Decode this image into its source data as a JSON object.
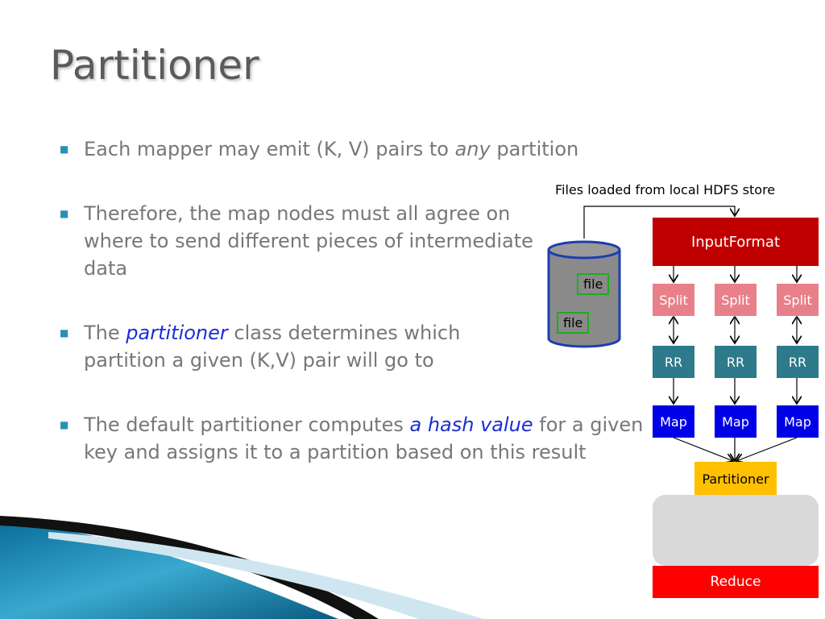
{
  "slide": {
    "title": "Partitioner",
    "bullets": [
      {
        "parts": [
          "Each mapper may emit (K, V) pairs to ",
          "any",
          " partition"
        ]
      },
      {
        "parts": [
          "Therefore, the map nodes must all agree on where to send different pieces of intermediate data"
        ]
      },
      {
        "parts": [
          "The ",
          "partitioner",
          " class determines which partition a given (K,V) pair will go to"
        ]
      },
      {
        "parts": [
          "The default partitioner computes ",
          "a hash value",
          " for a given key and assigns it to a partition based on this result"
        ]
      }
    ]
  },
  "diagram": {
    "caption": "Files loaded from local HDFS store",
    "input_format": "InputFormat",
    "splits": [
      "Split",
      "Split",
      "Split"
    ],
    "record_readers": [
      "RR",
      "RR",
      "RR"
    ],
    "maps": [
      "Map",
      "Map",
      "Map"
    ],
    "partitioner": "Partitioner",
    "reduce": "Reduce",
    "files": [
      "file",
      "file"
    ],
    "colors": {
      "input_format": "#c00000",
      "split": "#e8808a",
      "rr": "#2c7a8a",
      "map": "#0000e6",
      "partitioner": "#ffc000",
      "reduce": "#ff0000",
      "accent": "#2a8fb8"
    }
  }
}
